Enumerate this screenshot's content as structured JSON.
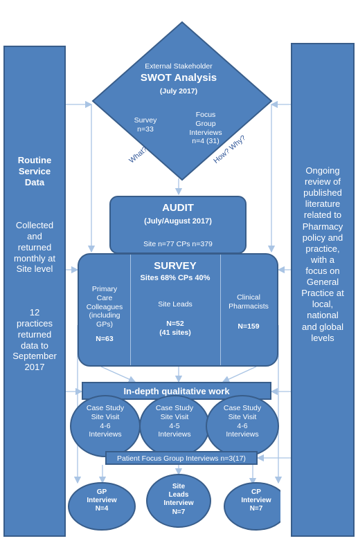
{
  "colors": {
    "fill": "#4f81bd",
    "stroke": "#385d8a",
    "line": "#a9c4e4",
    "label": "#2f5597"
  },
  "swot": {
    "line1": "External Stakeholder",
    "title": "SWOT Analysis",
    "date": "(July 2017)",
    "survey": "Survey\nn=33",
    "focus": "Focus\nGroup\nInterviews\nn=4 (31)",
    "what": "What?",
    "how": "How? Why?"
  },
  "left": {
    "title": "Routine\nService\nData",
    "desc": "Collected\nand\nreturned\nmonthly at\nSite level",
    "note": "12\npractices\nreturned\ndata to\nSeptember\n2017"
  },
  "right": {
    "text": "Ongoing\nreview of\npublished\nliterature\nrelated to\nPharmacy\npolicy and\npractice,\nwith a\nfocus on\nGeneral\nPractice at\nlocal,\nnational\nand global\nlevels"
  },
  "audit": {
    "title": "AUDIT",
    "date": "(July/August 2017)",
    "stats": "Site n=77 CPs n=379"
  },
  "survey": {
    "title": "SURVEY",
    "sub": "Sites 68% CPs 40%",
    "col1": "Primary\nCare\nColleagues\n(including\nGPs)",
    "col1_n": "N=63",
    "col2": "Site Leads",
    "col2_n": "N=52\n(41 sites)",
    "col3": "Clinical\nPharmacists",
    "col3_n": "N=159"
  },
  "qual": {
    "title": "In-depth qualitative work"
  },
  "case1": "Case Study\nSite Visit\n4-6\nInterviews",
  "case2": "Case Study\nSite Visit\n4-5\nInterviews",
  "case3": "Case Study\nSite Visit\n4-6\nInterviews",
  "patient": "Patient Focus Group Interviews n=3(17)",
  "gp": "GP\nInterview\nN=4",
  "sl": "Site\nLeads\nInterview\nN=7",
  "cp": "CP\nInterview\nN=7"
}
